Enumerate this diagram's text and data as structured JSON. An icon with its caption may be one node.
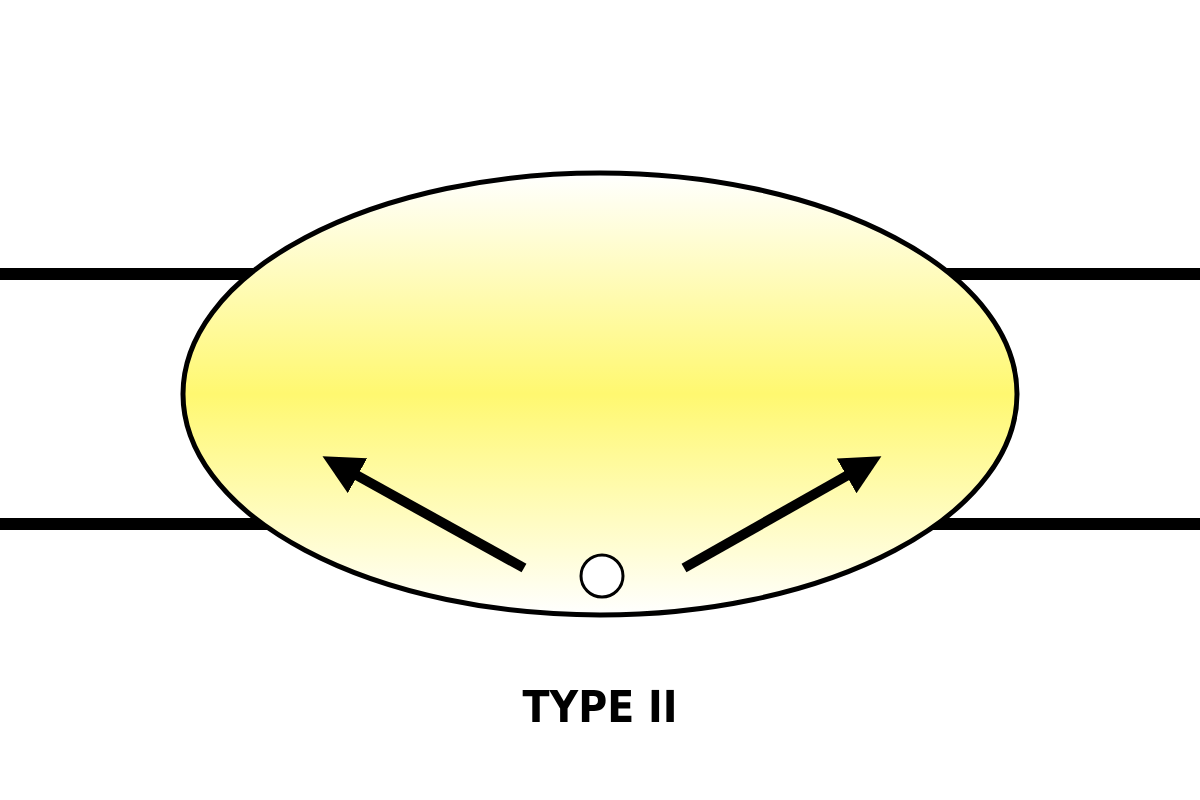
{
  "diagram": {
    "caption": "TYPE II",
    "nodes": [
      {
        "text": [],
        "shape": "ellipse"
      },
      {
        "text": [],
        "shape": "circle",
        "in": 0
      }
    ]
  }
}
